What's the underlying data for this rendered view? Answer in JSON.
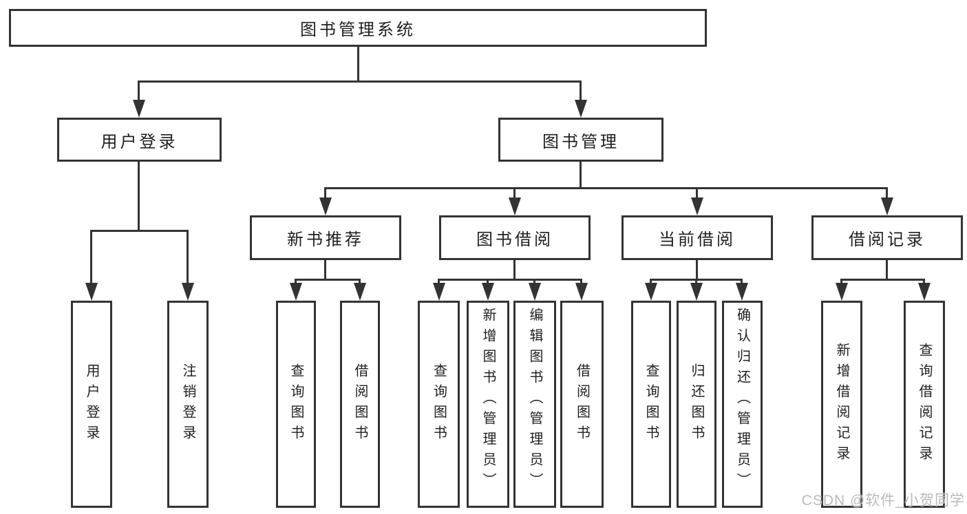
{
  "diagram": {
    "root": "图书管理系统",
    "branches": [
      {
        "label": "用户登录",
        "children": [
          "用户登录",
          "注销登录"
        ]
      },
      {
        "label": "图书管理",
        "groups": [
          {
            "label": "新书推荐",
            "children": [
              "查询图书",
              "借阅图书"
            ]
          },
          {
            "label": "图书借阅",
            "children": [
              "查询图书",
              "新增图书（管理员）",
              "编辑图书（管理员）",
              "借阅图书"
            ]
          },
          {
            "label": "当前借阅",
            "children": [
              "查询图书",
              "归还图书",
              "确认归还（管理员）"
            ]
          },
          {
            "label": "借阅记录",
            "children": [
              "新增借阅记录",
              "查询借阅记录"
            ]
          }
        ]
      }
    ]
  },
  "watermark": "CSDN @软件_小贺同学",
  "colors": {
    "line": "#333333",
    "text": "#1f1f1f",
    "watermark": "#b9b9b9",
    "background": "#ffffff"
  }
}
